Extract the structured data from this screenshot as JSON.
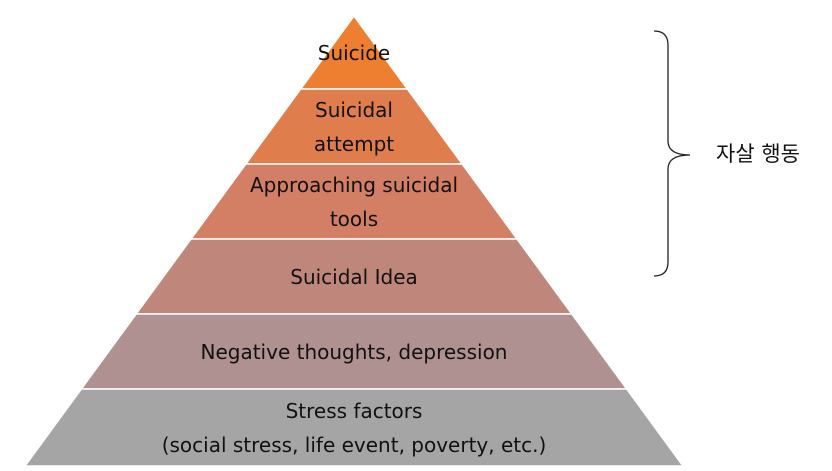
{
  "pyramid": {
    "layers": [
      {
        "id": "suicide",
        "lines": [
          "Suicide"
        ],
        "color": "#EE7F31"
      },
      {
        "id": "attempt",
        "lines": [
          "Suicidal",
          "attempt"
        ],
        "color": "#E07D4D"
      },
      {
        "id": "tools",
        "lines": [
          "Approaching suicidal",
          "tools"
        ],
        "color": "#D37F65"
      },
      {
        "id": "idea",
        "lines": [
          "Suicidal Idea"
        ],
        "color": "#BF877B"
      },
      {
        "id": "negative",
        "lines": [
          "Negative thoughts, depression"
        ],
        "color": "#AE9190"
      },
      {
        "id": "stress",
        "lines": [
          "Stress factors",
          "(social stress, life event, poverty, etc.)"
        ],
        "color": "#A5A5A5"
      }
    ]
  },
  "brace": {
    "label": "자살 행동"
  }
}
